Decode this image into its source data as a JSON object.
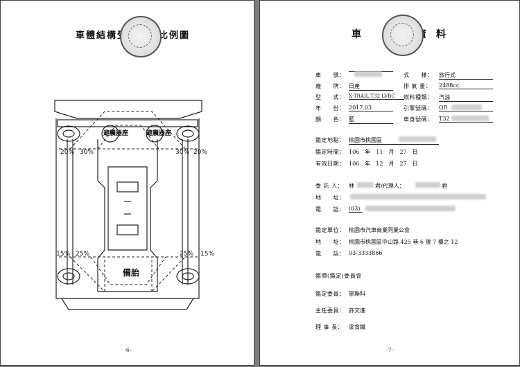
{
  "left_page": {
    "title": "車體結構受損折價比例圖",
    "labels": {
      "spare_tire": "備胎",
      "top_left_part": "避震器座",
      "top_right_part": "避震器座"
    },
    "percent_labels": {
      "upper_left_outer": "20%",
      "upper_left_inner": "30%",
      "upper_right_inner": "30%",
      "upper_right_outer": "20%",
      "lower_left_outer": "15%",
      "lower_left_inner": "25%",
      "lower_right_inner": "25%",
      "lower_right_outer": "15%"
    },
    "page_number": "-6-"
  },
  "right_page": {
    "title_chars": [
      "車",
      "籍",
      "資",
      "料"
    ],
    "vehicle": {
      "plate_label": "車　　號：",
      "plate_value": "",
      "style_label": "式　　樣：",
      "style_value": "旅行式",
      "brand_label": "廠　　牌：",
      "brand_value": "日產",
      "displacement_label": "排 氣 量：",
      "displacement_value": "2488cc.",
      "model_label": "型　　式：",
      "model_value": "X-TRAIL T32 LVBC",
      "fuel_label": "燃料種類：",
      "fuel_value": "汽油",
      "year_label": "年　　份：",
      "year_value": "2017.03",
      "engine_label": "引擎號碼：",
      "engine_value": "QR",
      "color_label": "顏　　色：",
      "color_value": "藍",
      "body_label": "車身號碼：",
      "body_value": "T32"
    },
    "appraisal": {
      "place_label": "鑑定地點：",
      "place_value": "桃園市桃園區",
      "time_label": "鑑定時間：",
      "time_value": "106　年　11　月　27　日",
      "valid_label": "有效日期：",
      "valid_value": "106　年　12　月　27　日"
    },
    "client": {
      "client_label": "委 託 人：",
      "client_value": "林",
      "client_title": "君/代理人：",
      "agent_title": "君",
      "address_label": "地　　址：",
      "phone_label": "電　　話：",
      "phone_value": "(03)"
    },
    "unit": {
      "unit_label": "鑑定單位：",
      "unit_value": "桃園市汽車商業同業公會",
      "address_label": "地　　址：",
      "address_value": "桃園市桃園區中山路 425 巷 6 號 7 樓之 12",
      "phone_label": "電　　話：",
      "phone_value": "03-3333866"
    },
    "committee": {
      "title": "鑑價(鑑定)委員會",
      "member_label": "鑑定委員：",
      "member_value": "廖聯科",
      "chair_label": "主任委員：",
      "chair_value": "許文進",
      "president_label": "理 事 長：",
      "president_value": "梁育鐵"
    },
    "page_number": "-7-"
  },
  "colors": {
    "background": "#7d7d7d",
    "page": "#ffffff",
    "ink": "#111111",
    "redaction": "#c9c9c9"
  }
}
